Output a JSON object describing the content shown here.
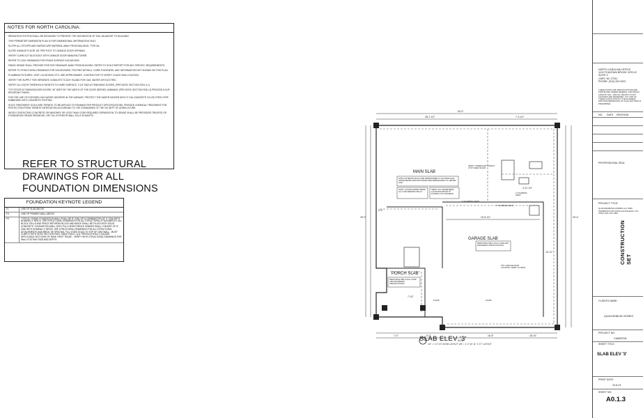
{
  "notes": {
    "title": "NOTES FOR NORTH CAROLINA:",
    "items": [
      "IRRIGATION SYSTEM SHALL BE DESIGNED TO PREVENT THE SATURATION OF SOIL ADJACENT TO BUILDING.",
      "THIS PERIMETER DIMENSION PLAN IS FOR DIMENSIONAL INFORMATION ONLY.",
      "SLOPE ALL STOOPS AND HARDSCAPE MATERIAL AWAY FROM BUILDING, TYPICAL.",
      "SLOPE GARAGE FLOOR 1/8\" PER FOOT TO GARAGE DOOR OPENING.",
      "VERIFY CURB CUT BLOCKOUT WITH GARAGE DOOR MANUFACTURER.",
      "REFER TO CIVIL DRAWINGS FOR FINISH SURFACE ELEVATIONS.",
      "FINISH GRADE SHALL PROVIDE POSITIVE DRAINAGE AWAY FROM BUILDING. REFER TO SOILS REPORT FOR ANY SPECIFIC REQUIREMENTS.",
      "REFER TO STRUCTURAL DRAWINGS FOR HOLDDOWNS, FOOTING DETAILS, CURB THICKNESS, AND INFORMATION NOT SHOWN ON THIS PLAN.",
      "PLUMBING FIXTURES, VENT LOCATIONS, ETC. ARE APPROXIMATE. CONTRACTOR TO VERIFY COUNT AND LOCATION.",
      "VERIFY THE SUPPLY FOR SEPARATE CONDUITS TO ANY ISLAND FOR GAS, WATER OR ELECTRIC.",
      "VERIFY ALL DOOR THRESHOLD HEIGHTS TO HARD SURFACE. 3 1/4\" MAX AT SWINGING DOORS. (PER NCRC SECTION R311.3.1)",
      "TYP STOOP AT SWING/SLIDER DOORS: 36\" DEEP BY THE WIDTH OF THE DOOR SERVED, MINIMUM. (PER NCRC SECTION R311.3) PROVIDE A SLIP RESISTANT FINISH.",
      "FOR THE USE OF EXPOSED GAS WATER HEATERS IN THE GARAGE, PROTECT THE WATER HEATER WITH 3\" DIA CONCRETE FILLED STEEL PIPE EMBEDDED INTO CONCRETE FOOTING.",
      "SOILS TREATMENT: SOILS ARE TERMITE TO BE APPLIED TO FRAMING PER PRODUCT SPECIFICATIONS. PROVIDE CHEMICAL TREATMENT FOR PROTECTION FROM TERMITE INFESTATION ACCORDING TO THE STANDARDS OF THE NC DEPT OF AGRICULTURE.",
      "WOOD CONTACTING CONCRETE OR MASONRY OR LESS THAN CODE REQUIRED SEPARATION TO GRADE SHALL BE PRESSURE-TREATED OR FOUNDATION GRADE REDWOOD. SET ALL EXTERIOR WALL SILLS IN MASTIC."
    ]
  },
  "refer_note": [
    "REFER TO STRUCTURAL",
    "DRAWINGS FOR ALL",
    "FOUNDATION DIMENSIONS"
  ],
  "legend": {
    "title": "FOUNDATION KEYNOTE LEGEND",
    "rows": [
      {
        "code": "F1",
        "text": "LINE OF SLAB ABOVE."
      },
      {
        "code": "F3",
        "text": "LINE OF FRAMED WALL ABOVE."
      },
      {
        "code": "F6",
        "text": "TYPICAL CRAWL FOUNDATION WALL SHALL BE 8\" CMU OR A COMBINATION OF 4\" CMU WITH NOMINAL 4\" BRICK. SEE STRUCTURAL DRAWINGS FOR ALL STRUCTURAL ATTACHMENTS. ALL BLOCK CELLS AND SPACE BETWEEN BLOCK AND BRICK SHALL BE FILLED WITH SOLID CONCRETE. FOUNDATION WALL WITH FULL HEIGHT BRICK VENEER SHALL CONSIST OF 8\" CMU WITH NOMINAL 4\" BRICK. SEE STRUCTURAL DRAWINGS FOR ALL STRUCTURAL ATTACHMENTS AND BRICK TIE SPACING. FILL VOIDS SOLID TO TOP OF CMU WALL - MUST COMPLY WITH NCRC SECTION R404, TABLE R404.1.1(1) THROUGH R404.1.1(4) AND APPLICABLE SECTIONS OF R606. FIRST TRADE - VERIFY WITH STRUCTURAL DRAWINGS FOR WALL FOOTING SIZE AND DEPTH."
      }
    ]
  },
  "plan": {
    "rooms": {
      "main": "MAIN SLAB",
      "garage": "GARAGE SLAB",
      "porch": "PORCH SLAB"
    },
    "notes": {
      "main_note": "NOTE: EXTERIOR WALLS ARE DIMENSIONED TO OUTSIDE FACE. GRADE BEAMS AND APPLIANCES ARE DIMENSIONED TO CENTER LINE.",
      "bearing": "NOTE: LOCATE GRADE UNDER ALL LOAD BEARING WALLS",
      "verify_grade": "VERIFY ALL GRADE BEAM LOCATIONS PRIOR TO POURING OF CONCRETE",
      "island": "VERIFY UNDERSLAB CONDUIT AT KITCHEN ISLAND",
      "plumbing1": "3\" PLUMBING DROP",
      "plumbing2": "3\" PLUMBING DROP",
      "garage_note": "REINFORCE PER LOCAL CODE AND ENGINEER'S SPECIFICATIONS",
      "porch_note": "REINFORCE PER LOCAL CODE AND ENGINEER'S SPECIFICATIONS",
      "door": "OPT. GARAGE DOOR LOCATION, VERIFY IN FIELD",
      "slope1": "SLOPE",
      "slope2": "SLOPE",
      "drop": "3\" PLUMBING DROP"
    },
    "dims": {
      "top_overall": "54'-0\"",
      "top_left": "28'-2 1/2\"",
      "top_right": "7'-4 1/2\"",
      "bottom_overall": "54'-0\"",
      "bottom_a": "7'-4\"",
      "bottom_b": "8'-2\"",
      "bottom_c": "16'-8\"",
      "bottom_d": "18'-10\"",
      "left_overall": "29'-0\"",
      "right_overall": "29'-4\"",
      "garage_w": "19'-8 1/2\"",
      "garage_d": "19'-11\"",
      "porch": "7'-10\"",
      "mid": "3'-11 1/4\"",
      "mid2": "5'-0\""
    }
  },
  "slab_title": "SLAB ELEV '3'",
  "slab_scale": "1/4\" = 1'-0\" AT 24X36 LAYOUT  1/8\" = 1'-0\" AT 11\" X 17\" LAYOUT",
  "titleblock": {
    "office": [
      "NORTH CAROLINA OFFICE",
      "1102 FOUNTAIN BROOK CIRCLE",
      "SUITE C",
      "CARY, NC 27511",
      "PHONE: (919) 322-9322"
    ],
    "copyright": "THESE PLANS AND SPECIFICATIONS ARE PROTECTED UNDER FEDERAL COPYRIGHT LAWS BY AHL - AND ALL RIGHTS TO ANY CHANGES ARE RESERVED. ANY USE OF THESE PLANS WITHOUT THE EXPRESS WRITTEN PERMISSION OF SUCH ENTITIES IS PROHIBITED.",
    "no_label": "NO.",
    "date_label": "DATE",
    "revision_label": "REVISION",
    "seal_label": "PROFESSIONAL SEAL",
    "project_title_label": "PROJECT TITLE:",
    "project_title": "QUACKENBUSH HOMES LLC 6600 FAIRBANKS DR SUITE 100 RALEIGH, NC 27613 919-710-7000",
    "construction_set": "CONSTRUCTION SET",
    "client_label": "CLIENTS NAME:",
    "client": "QUACKENBUSH HOMES",
    "project_no_label": "PROJECT NO:",
    "project_no": "CAMERON",
    "sheet_title_label": "SHEET TITLE:",
    "sheet_title": "SLAB ELEV '3'",
    "print_date_label": "PRINT DATE:",
    "print_date": "10-8-23",
    "sheet_no_label": "SHEET NO:",
    "sheet_no": "A0.1.3"
  }
}
